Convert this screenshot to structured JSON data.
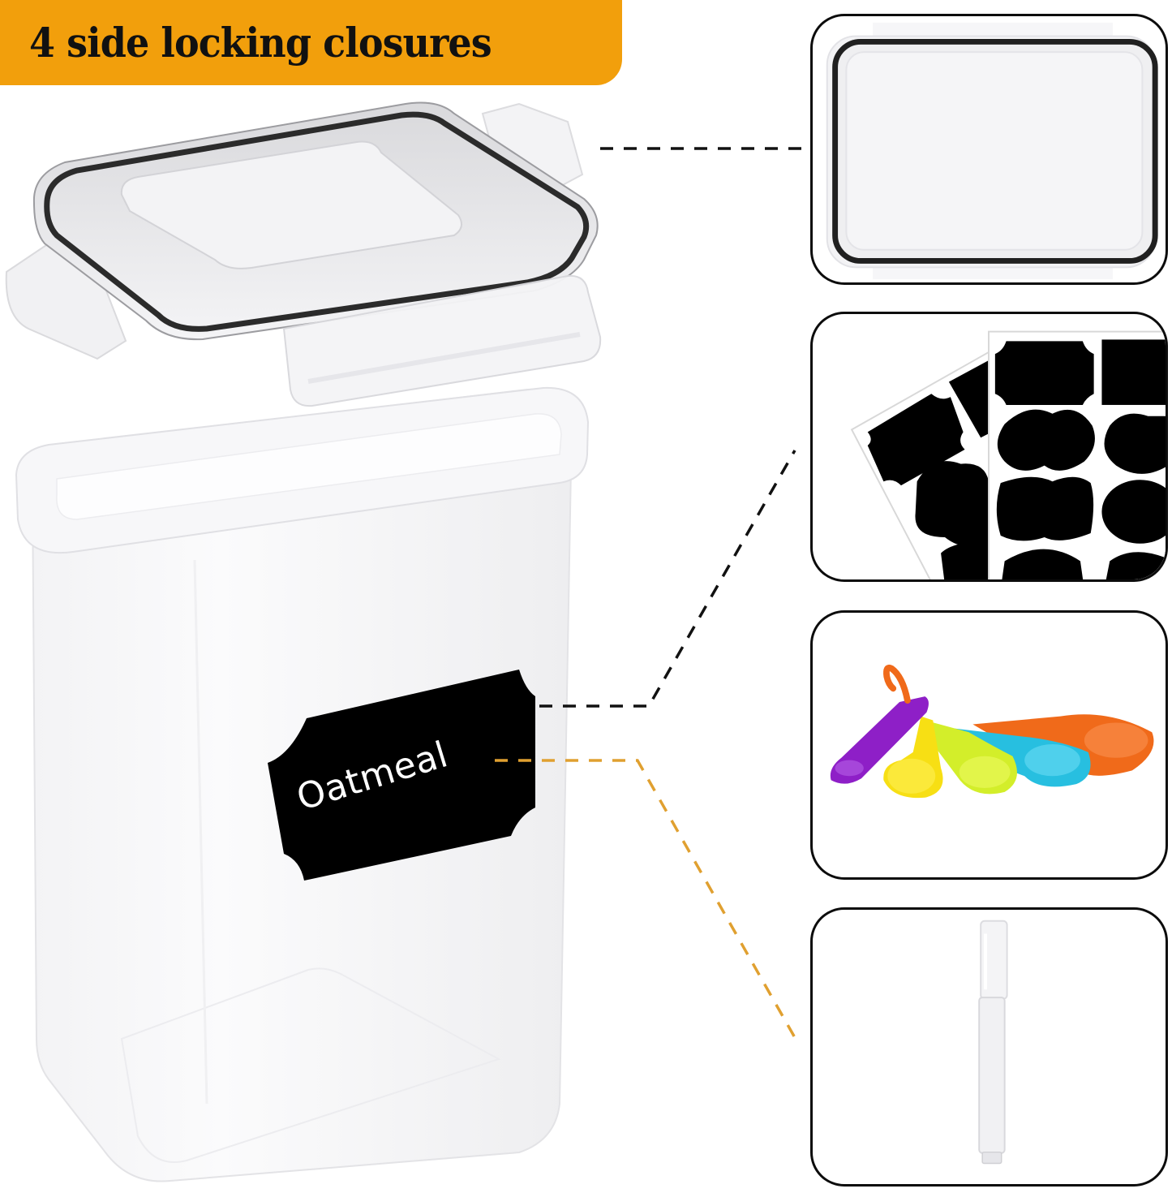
{
  "banner": {
    "title": "4 side locking closures",
    "background_color": "#f29f0c",
    "text_color": "#111111"
  },
  "main_product": {
    "name": "food-storage-container",
    "label_text": "Oatmeal",
    "label_color": "#000000",
    "lid_gasket_color": "#2b2b2b"
  },
  "connectors": [
    {
      "from": "lid",
      "to": "panel-lid-seal",
      "color": "#111111",
      "style": "dashed"
    },
    {
      "from": "label",
      "to": "panel-chalkboard-labels",
      "color": "#111111",
      "style": "dashed"
    },
    {
      "from": "label",
      "to": "panel-marker",
      "color": "#e0a030",
      "style": "dashed"
    }
  ],
  "panels": [
    {
      "id": "lid-seal",
      "content": "lid-with-silicone-gasket-icon"
    },
    {
      "id": "chalkboard-labels",
      "content": "chalkboard-label-stickers-icon"
    },
    {
      "id": "measuring-spoons",
      "content": "measuring-spoons-icon",
      "colors": [
        "#8e1fc7",
        "#f7df14",
        "#d3ee2a",
        "#27bfe0",
        "#f06a1a"
      ]
    },
    {
      "id": "marker",
      "content": "white-chalk-marker-icon"
    }
  ]
}
